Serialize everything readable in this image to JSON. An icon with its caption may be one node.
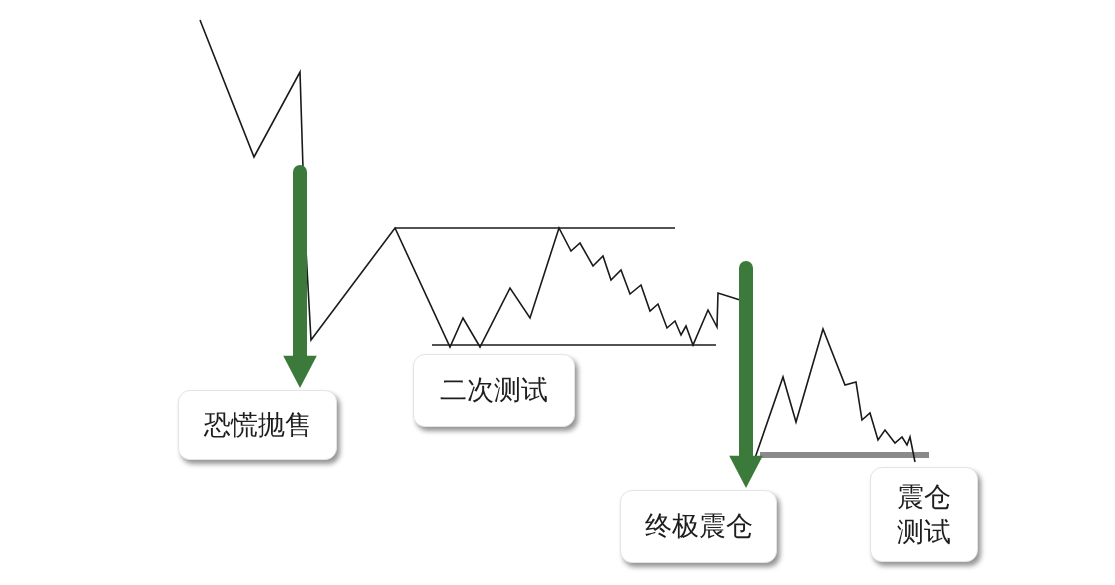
{
  "diagram": {
    "nodes": [
      {
        "text": [
          "恐慌抛售"
        ]
      },
      {
        "text": [
          "二次测试"
        ]
      },
      {
        "text": [
          "终极震仓"
        ]
      },
      {
        "text": [
          "震仓测试"
        ]
      }
    ],
    "edges": [
      {
        "from": null,
        "to": 0,
        "arrow": "to",
        "color": "#3b7a3b"
      },
      {
        "from": null,
        "to": 2,
        "arrow": "to",
        "color": "#3b7a3b"
      }
    ]
  }
}
